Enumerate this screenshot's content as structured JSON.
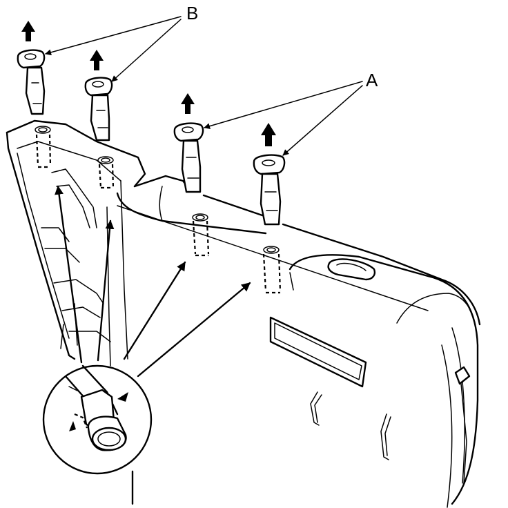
{
  "callouts": {
    "label_a": "A",
    "label_b": "B"
  },
  "parts": {
    "headrest_guides": [
      "pull-up-arrow",
      "pull-up-arrow",
      "pull-up-arrow",
      "pull-up-arrow"
    ]
  }
}
